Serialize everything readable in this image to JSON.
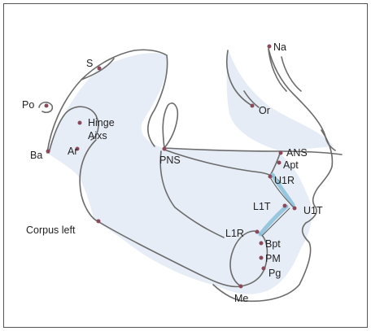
{
  "landmarks": {
    "na": "Na",
    "s": "S",
    "po": "Po",
    "or": "Or",
    "hinge": "Hinge",
    "axis": "Aixs",
    "ba": "Ba",
    "ar": "Ar",
    "pns": "PNS",
    "ans": "ANS",
    "apt": "Apt",
    "u1r": "U1R",
    "l1t": "L1T",
    "u1t": "U1T",
    "corpus_left": "Corpus left",
    "l1r": "L1R",
    "bpt": "Bpt",
    "pm": "PM",
    "pg": "Pg",
    "me": "Me"
  },
  "colors": {
    "outline": "#6b6b6b",
    "fill": "#e6ecf5",
    "teeth": "#8fc3dc",
    "point": "#8a4a5a",
    "frame": "#555555"
  }
}
